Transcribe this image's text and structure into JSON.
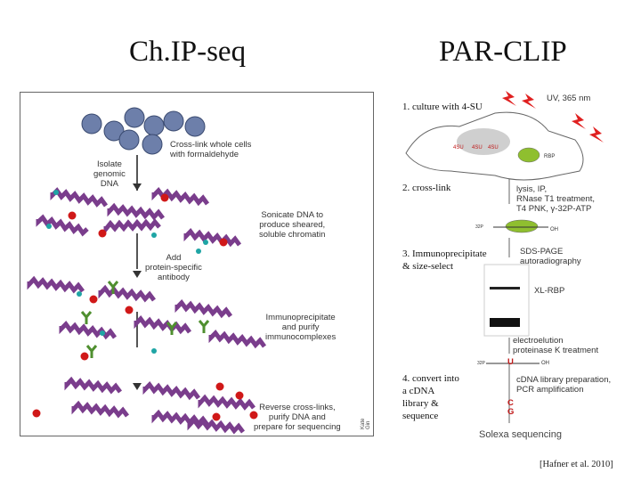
{
  "titles": {
    "chip": "Ch.IP-seq",
    "par": "PAR-CLIP"
  },
  "chip": {
    "labels": {
      "crosslink": "Cross-link whole cells\nwith formaldehyde",
      "isolate": "Isolate\ngenomic\nDNA",
      "sonicate": "Sonicate DNA to\nproduce sheared,\nsoluble chromatin",
      "antibody": "Add\nprotein-specific\nantibody",
      "immuno": "Immunoprecipitate\nand purify\nimmunocomplexes",
      "reverse": "Reverse cross-links,\npurify DNA and\nprepare for sequencing"
    },
    "credit": "Kate Gin"
  },
  "par": {
    "steps": {
      "s1": "1. culture with 4-SU",
      "s2": "2. cross-link",
      "s3": "3. Immunoprecipitate\n& size-select",
      "s4": "4. convert into\na cDNA\nlibrary &\nsequence"
    },
    "labels": {
      "uv": "UV, 365 nm",
      "lysis": "lysis, IP,\nRNase T1 treatment,\nT4 PNK, γ-32P-ATP",
      "sds": "SDS-PAGE\nautoradiography",
      "xlrbp": "XL-RBP",
      "electro": "electroelution\nproteinase K treatment",
      "cdna": "cDNA library preparation,\nPCR amplification",
      "solexa": "Solexa sequencing",
      "oh": "OH",
      "oh2": "OH",
      "p32": "32P",
      "p32b": "32P",
      "u4su": "4SU",
      "u4su2": "4SU",
      "u4su3": "4SU",
      "rbp": "RBP",
      "xl": "U",
      "c": "C",
      "g": "G"
    }
  },
  "citation": "[Hafner et al. 2010]",
  "colors": {
    "cell": "#6d7faa",
    "dna": "#7a3d8c",
    "protein": "#d01818",
    "teal": "#1fa5a5",
    "antibody": "#4f8f2f",
    "bolt": "#e02020"
  }
}
